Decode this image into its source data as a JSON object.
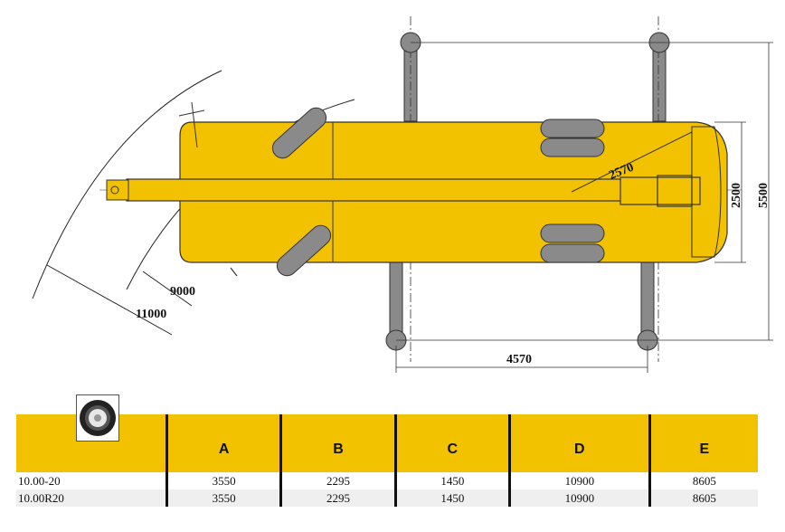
{
  "diagram": {
    "dimensions": {
      "radius_outer": "11000",
      "radius_inner": "9000",
      "tail_radius": "2570",
      "width_retracted": "2500",
      "width_extended": "5500",
      "outrigger_span": "4570"
    },
    "colors": {
      "body": "#f2c200",
      "outline": "#333333",
      "outrigger": "#8a8a8a",
      "table_header": "#f2c200"
    }
  },
  "table": {
    "tire_icon": "tire-icon",
    "headers": [
      "",
      "A",
      "B",
      "C",
      "D",
      "E"
    ],
    "rows": [
      [
        "10.00-20",
        "3550",
        "2295",
        "1450",
        "10900",
        "8605"
      ],
      [
        "10.00R20",
        "3550",
        "2295",
        "1450",
        "10900",
        "8605"
      ]
    ]
  }
}
